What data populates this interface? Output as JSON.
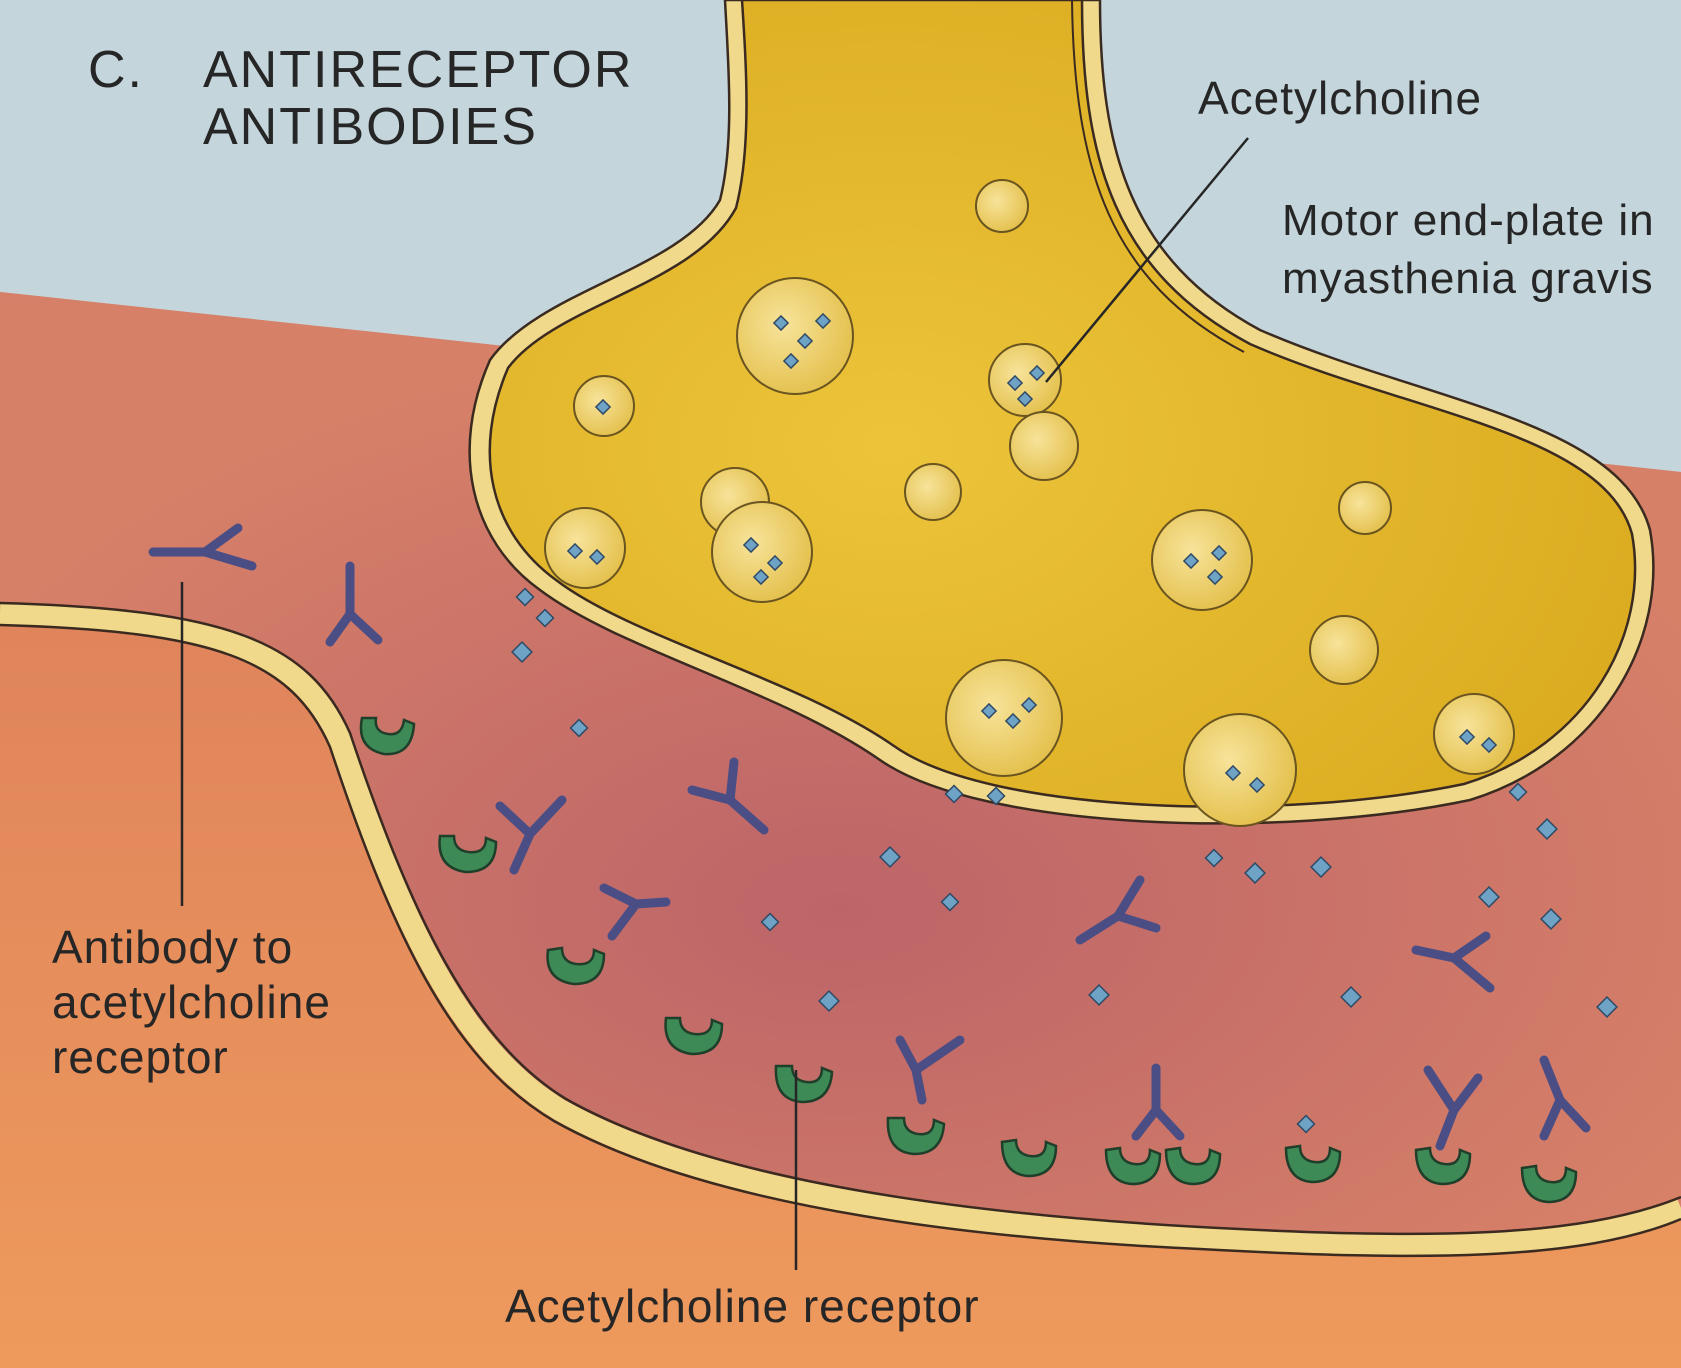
{
  "diagram": {
    "panel_label": "C.",
    "title": "ANTIRECEPTOR\nANTIBODIES",
    "labels": {
      "acetylcholine": "Acetylcholine",
      "motor_end_plate": "Motor end-plate in\nmyasthenia gravis",
      "antibody": "Antibody to\nacetylcholine\nreceptor",
      "receptor": "Acetylcholine receptor"
    },
    "colors": {
      "background": "#c4d6dc",
      "muscle": "#e5875f",
      "cleft": "#c96e5d",
      "membrane": "#f0d98a",
      "nerve_terminal": "#e0b528",
      "vesicle": "#efd067",
      "acetylcholine": "#6fa3c6",
      "antibody": "#4b4e84",
      "receptor": "#3e8a56"
    }
  }
}
